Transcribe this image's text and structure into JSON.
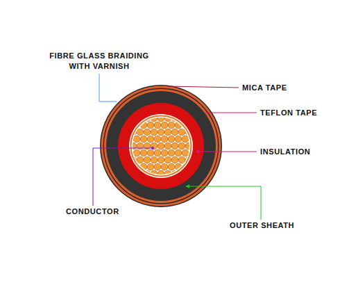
{
  "diagram": {
    "labels": [
      "FIBRE GLASS BRAIDING WITH VARNISH",
      "MICA TAPE",
      "TEFLON TAPE",
      "INSULATION",
      "CONDUCTOR",
      "OUTER SHEATH"
    ]
  }
}
